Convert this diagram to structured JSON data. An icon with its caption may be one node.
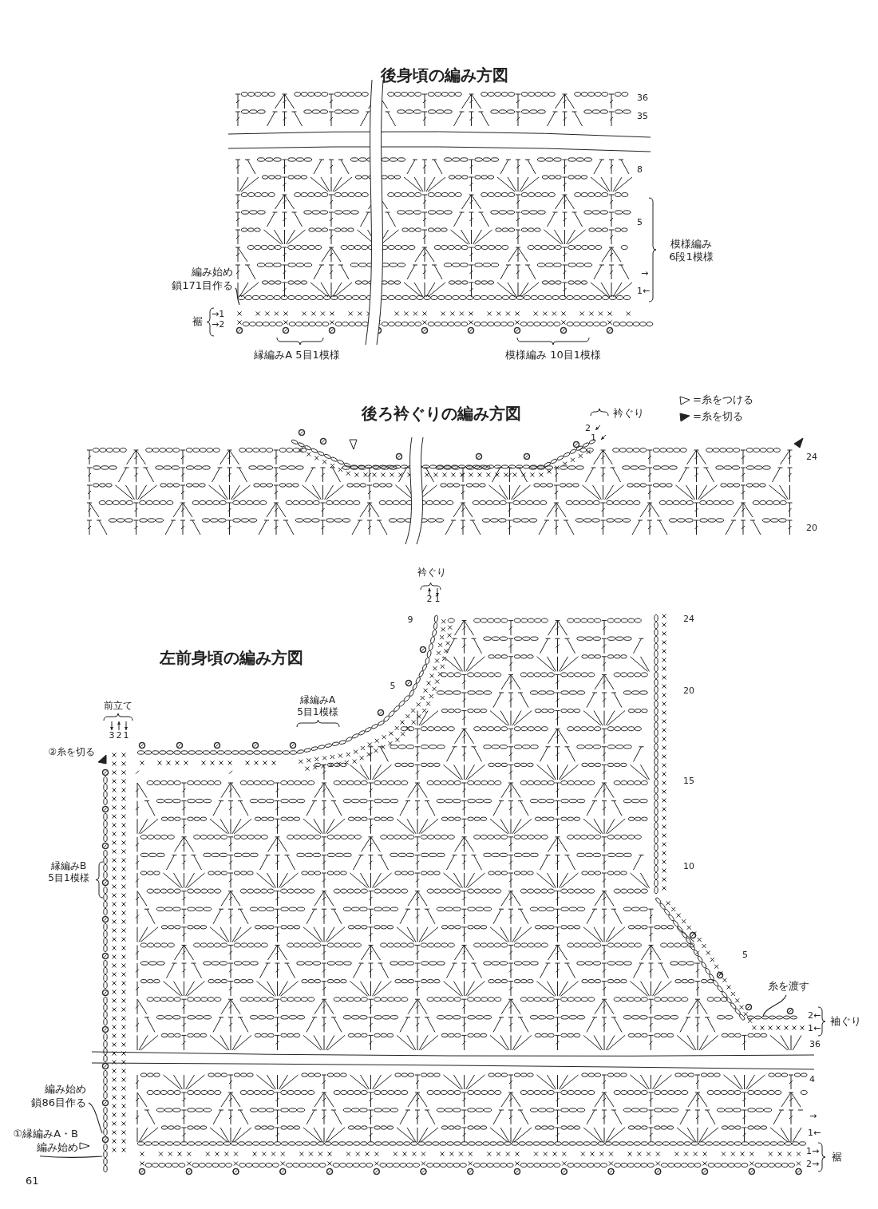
{
  "diagram": {
    "nodes": [
      {
        "text": [
          "編み始め鎖171目作る"
        ]
      },
      {
        "text": [
          "編み始め鎖86目作る"
        ]
      },
      {
        "text": [
          "①縁編みA・B編み始め"
        ]
      },
      {
        "text": [
          "糸を渡す"
        ]
      },
      {
        "text": [],
        "shape": "picture"
      },
      {
        "text": [],
        "shape": "picture"
      }
    ],
    "edges": [
      {
        "from": 0,
        "to": null,
        "arrow": "none"
      },
      {
        "from": 1,
        "to": 4,
        "arrow": "none"
      },
      {
        "from": 2,
        "to": 4,
        "arrow": "none"
      },
      {
        "from": 3,
        "to": 5,
        "arrow": "none"
      }
    ],
    "labels": [
      "後身頃の編み方図",
      "36",
      "35",
      "8",
      "5",
      "模様編み 6段1模様",
      "→",
      "1←",
      "裾",
      "→1",
      "→2",
      "縁編みA 5目1模様",
      "模様編み 10目1模様",
      "後ろ衿ぐりの編み方図",
      "衿ぐり",
      "2",
      "1",
      "24",
      "20",
      "衿ぐり",
      "2",
      "1",
      "9",
      "24",
      "左前身頃の編み方図",
      "5",
      "20",
      "前立て",
      "3",
      "2",
      "1",
      "縁編みA 5目1模様",
      "②糸を切る",
      "15",
      "縁編みB 5目1模様",
      "10",
      "5",
      "2←",
      "1←",
      "袖ぐり",
      "36",
      "4",
      "→",
      "1←",
      "1→",
      "2→",
      "裾",
      "61"
    ],
    "legend": [
      {
        "text": "=糸をつける"
      },
      {
        "text": "=糸を切る"
      }
    ]
  }
}
